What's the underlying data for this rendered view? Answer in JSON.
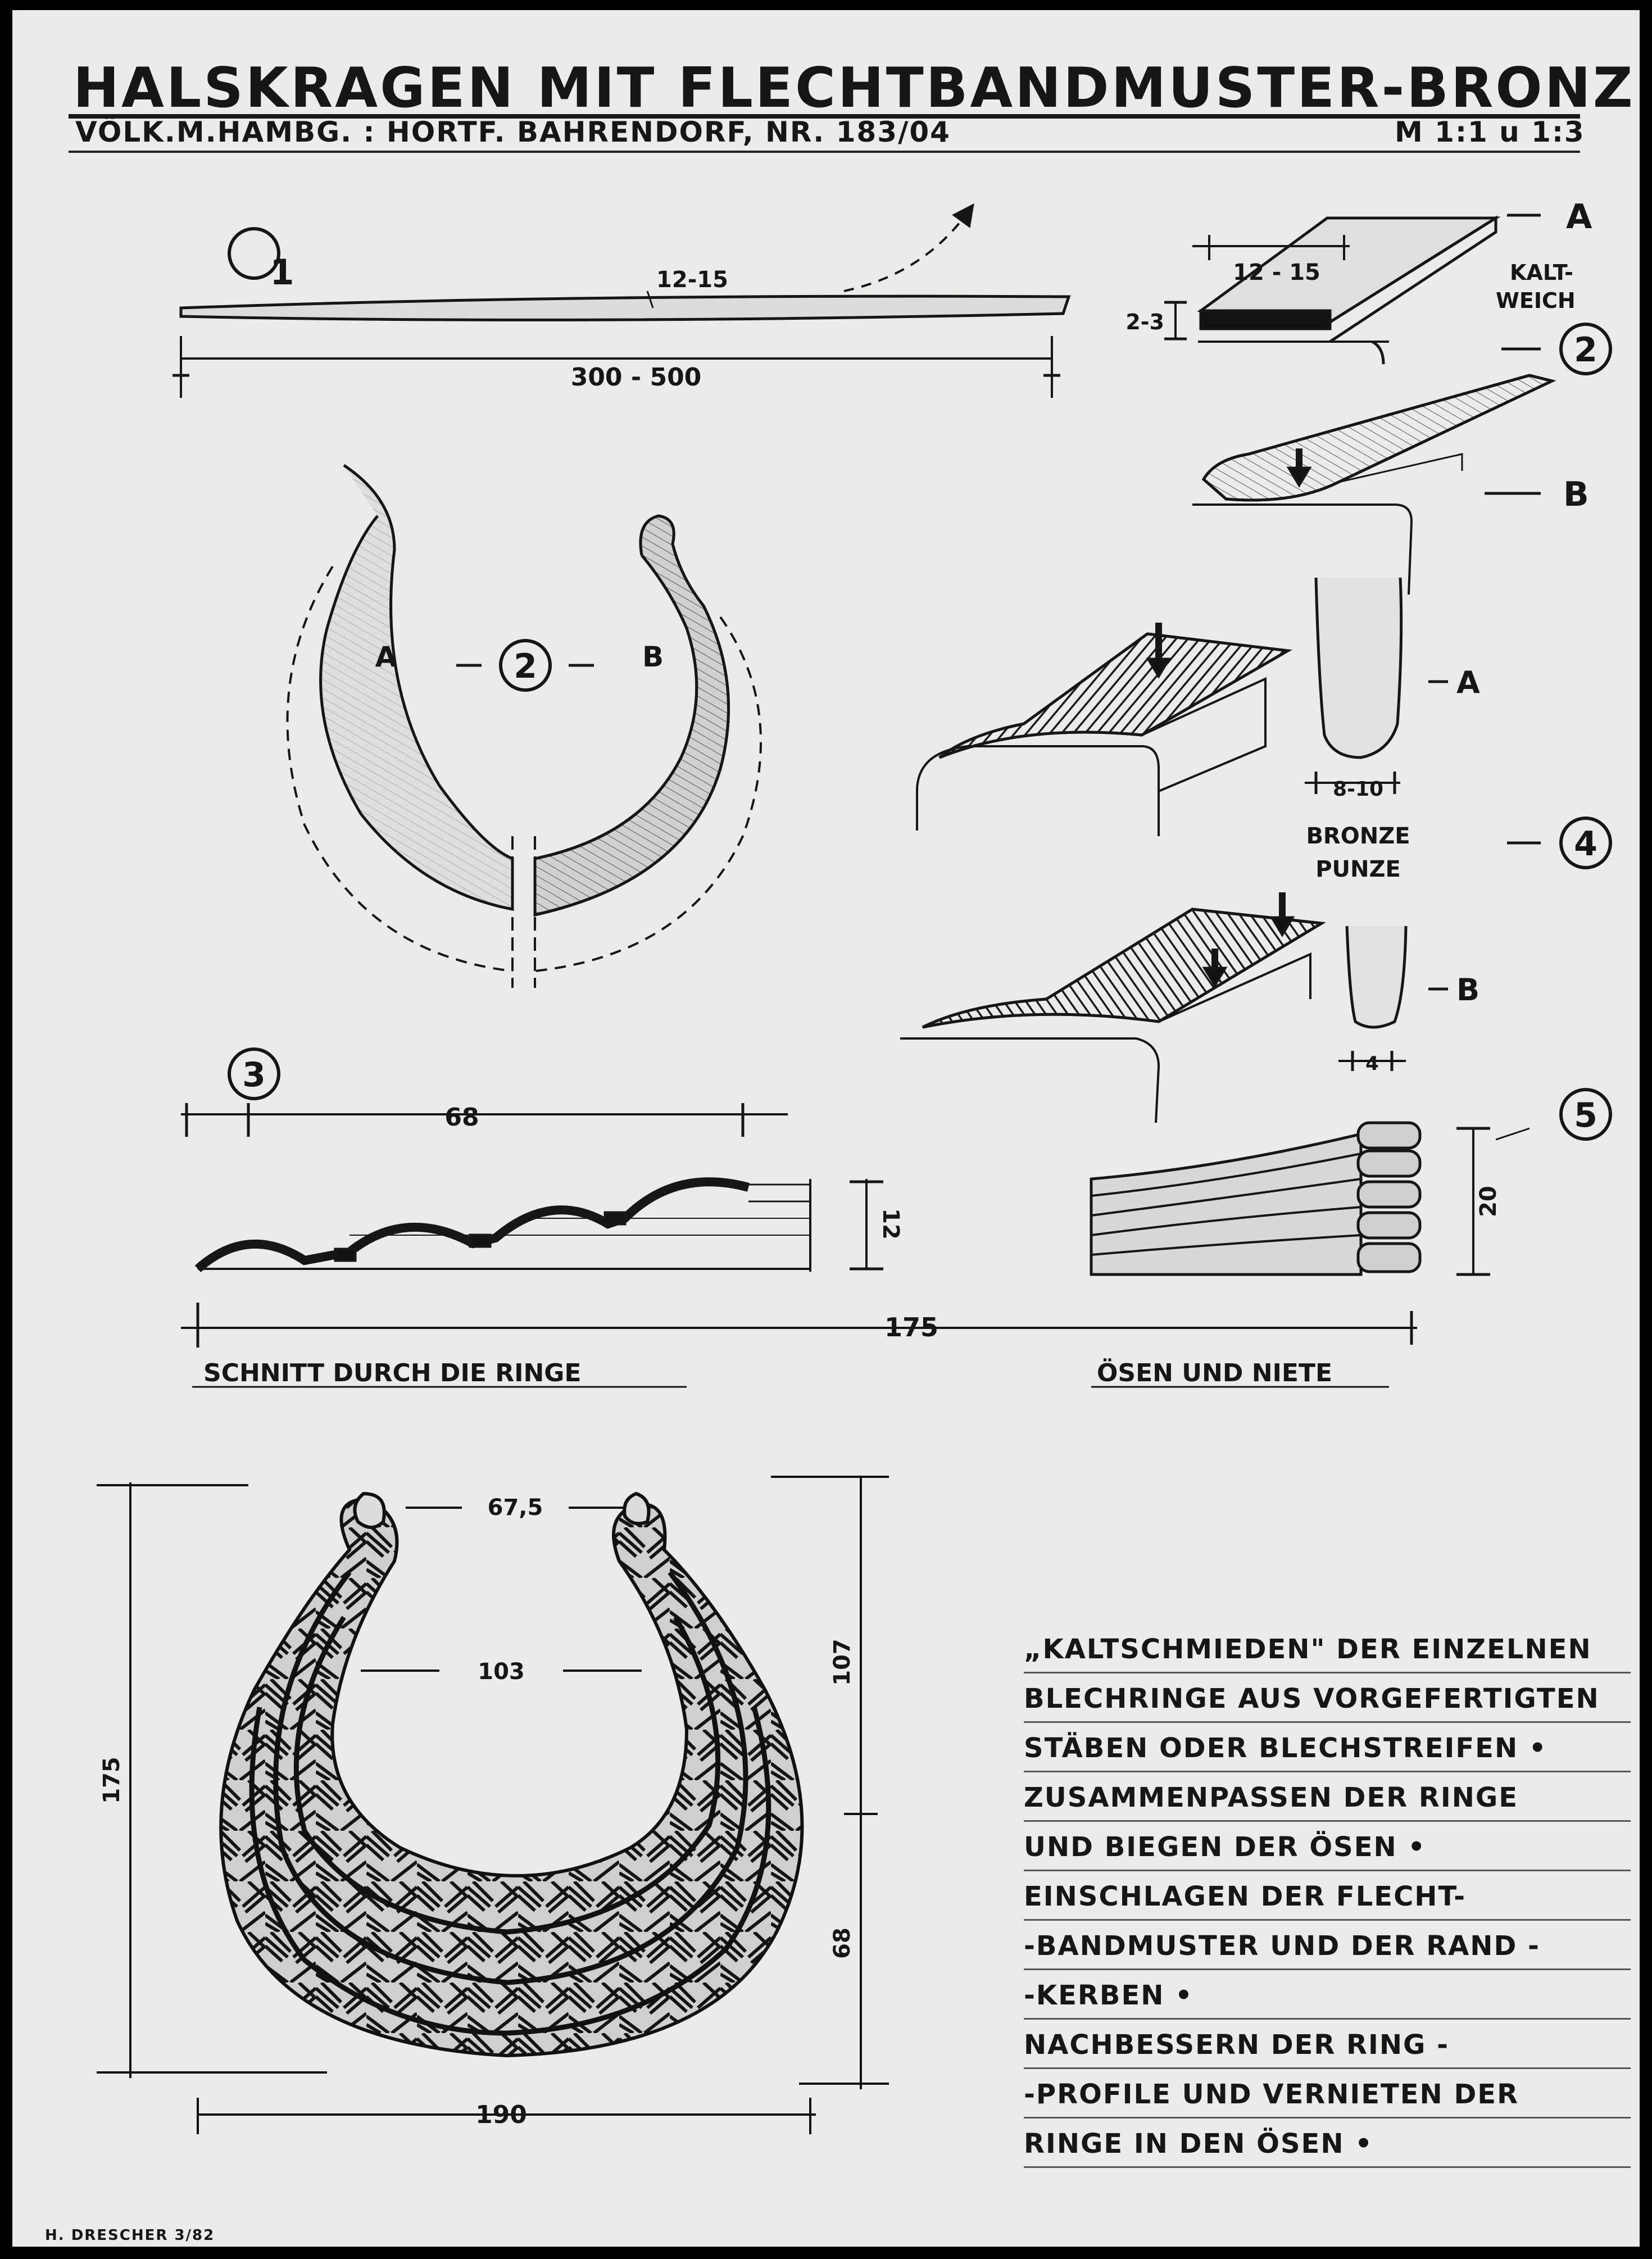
{
  "title": "HALSKRAGEN  MIT FLECHTBANDMUSTER-BRONZE-",
  "subtitle": {
    "source": "VÖLK.M.HAMBG. : HORTF. BAHRENDORF, NR. 183/04",
    "scale": "M 1:1 u 1:3"
  },
  "steps": {
    "s1": "1",
    "s2_top": "2",
    "s2_mid": "2",
    "s3": "3",
    "s4": "4",
    "s5": "5"
  },
  "labels": {
    "a": "A",
    "b": "B",
    "kalt": "KALT-",
    "weich": "WEICH",
    "bronze": "BRONZE",
    "punze": "PUNZE",
    "schnitt": "SCHNITT DURCH DIE  RINGE",
    "oesen": "ÖSEN UND NIETE"
  },
  "dimensions": {
    "bar_width": "12-15",
    "bar_length": "300 - 500",
    "strip_width": "12 - 15",
    "strip_thick": "2-3",
    "punch_a": "8-10",
    "punch_b": "4",
    "section_width": "68",
    "section_height": "12",
    "total_width": "175",
    "rivet_height": "20",
    "opening": "67,5",
    "inner": "103",
    "collar_height": "175",
    "upper_height": "107",
    "lower_height": "68",
    "collar_width": "190"
  },
  "notes": [
    "„KALTSCHMIEDEN\" DER EINZELNEN",
    "BLECHRINGE AUS VORGEFERTIGTEN",
    "STÄBEN ODER BLECHSTREIFEN •",
    "ZUSAMMENPASSEN DER RINGE",
    "UND BIEGEN DER ÖSEN •",
    "EINSCHLAGEN DER FLECHT-",
    "-BANDMUSTER UND DER RAND -",
    "-KERBEN •",
    "NACHBESSERN DER RING -",
    "-PROFILE UND VERNIETEN DER",
    "RINGE IN DEN  ÖSEN •"
  ],
  "signature": "H. DRESCHER  3/82"
}
